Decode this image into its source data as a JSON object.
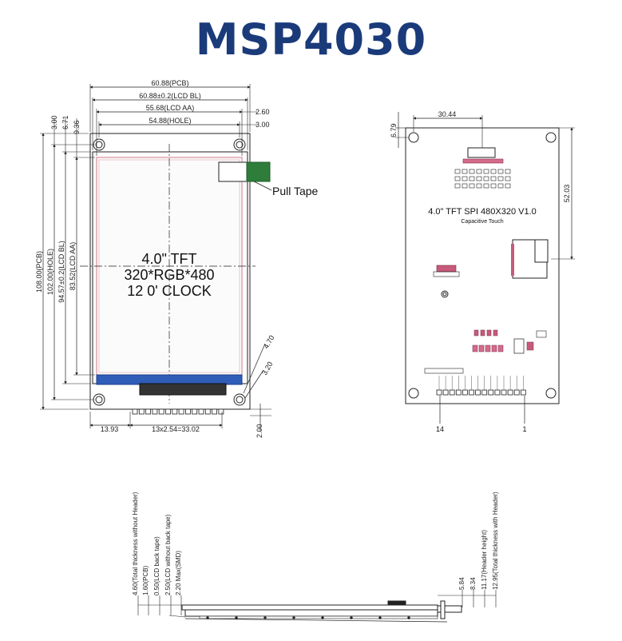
{
  "title": "MSP4030",
  "front": {
    "dim_pcb_width": "60.88(PCB)",
    "dim_lcd_bl_width": "60.88±0.2(LCD BL)",
    "dim_lcd_aa_width": "55.68(LCD AA)",
    "dim_hole_width": "54.88(HOLE)",
    "dim_right_offset_1": "2.60",
    "dim_right_offset_2": "3.00",
    "dim_top_offset_1": "3.00",
    "dim_top_offset_2": "6.71",
    "dim_top_offset_3": "9.36",
    "dim_pcb_height": "108.00(PCB)",
    "dim_hole_height": "102.00(HOLE)",
    "dim_lcd_bl_height": "94.57±0.2(LCD BL)",
    "dim_lcd_aa_height": "83.52(LCD AA)",
    "dim_hole_dia_1": "4.70",
    "dim_hole_dia_2": "3.20",
    "dim_bottom_left": "13.93",
    "dim_header_pitch": "13x2.54=33.02",
    "dim_bottom_right": "2.00",
    "screen_line_1": "4.0\" TFT",
    "screen_line_2": "320*RGB*480",
    "screen_line_3": "12 0' CLOCK",
    "pull_tape": "Pull Tape",
    "pull_tape_color": "#2e7d3b",
    "fpc_color": "#2f5db8"
  },
  "back": {
    "dim_width": "30.44",
    "dim_top": "6.79",
    "dim_height": "52.03",
    "board_title": "4.0\" TFT SPI 480X320 V1.0",
    "board_subtitle": "Capacitive Touch",
    "pin_left": "14",
    "pin_right": "1"
  },
  "side": {
    "labels_left": [
      "4.60(Total thickness without Header)",
      "1.60(PCB)",
      "0.50(LCD back tape)",
      "2.50(LCD without back tape)",
      "2.20 Max(SMD)"
    ],
    "labels_right": [
      "5.84",
      "8.34",
      "11.17(Header height)",
      "12.95(Total thickness with Header)"
    ]
  }
}
